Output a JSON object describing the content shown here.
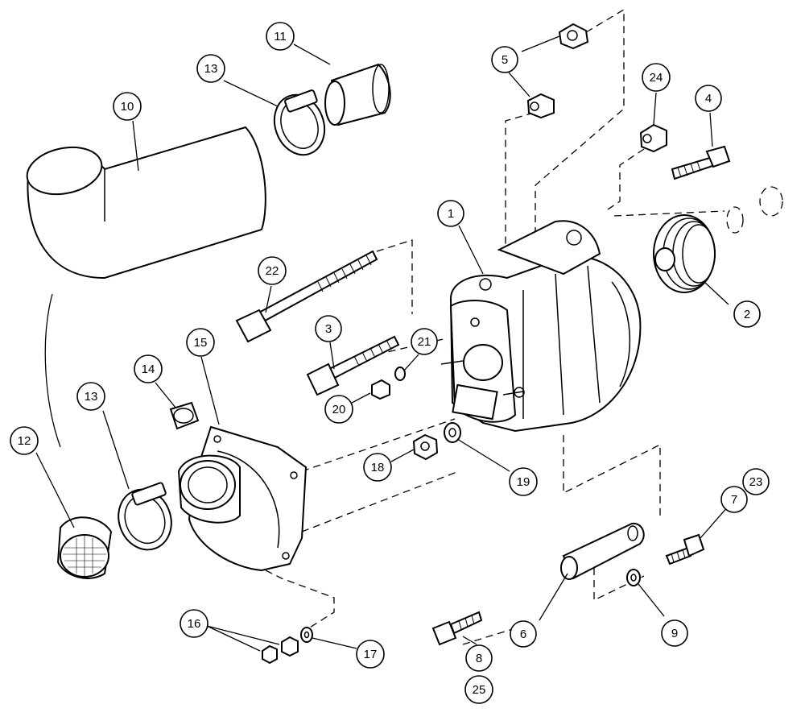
{
  "callouts": [
    {
      "id": "c1",
      "label": "1"
    },
    {
      "id": "c2",
      "label": "2"
    },
    {
      "id": "c3",
      "label": "3"
    },
    {
      "id": "c4",
      "label": "4"
    },
    {
      "id": "c5",
      "label": "5"
    },
    {
      "id": "c6",
      "label": "6"
    },
    {
      "id": "c7",
      "label": "7"
    },
    {
      "id": "c8",
      "label": "8"
    },
    {
      "id": "c9",
      "label": "9"
    },
    {
      "id": "c10",
      "label": "10"
    },
    {
      "id": "c11",
      "label": "11"
    },
    {
      "id": "c12",
      "label": "12"
    },
    {
      "id": "c13a",
      "label": "13"
    },
    {
      "id": "c13b",
      "label": "13"
    },
    {
      "id": "c14",
      "label": "14"
    },
    {
      "id": "c15",
      "label": "15"
    },
    {
      "id": "c16",
      "label": "16"
    },
    {
      "id": "c17",
      "label": "17"
    },
    {
      "id": "c18",
      "label": "18"
    },
    {
      "id": "c19",
      "label": "19"
    },
    {
      "id": "c20",
      "label": "20"
    },
    {
      "id": "c21",
      "label": "21"
    },
    {
      "id": "c22",
      "label": "22"
    },
    {
      "id": "c23",
      "label": "23"
    },
    {
      "id": "c24",
      "label": "24"
    },
    {
      "id": "c25",
      "label": "25"
    }
  ]
}
